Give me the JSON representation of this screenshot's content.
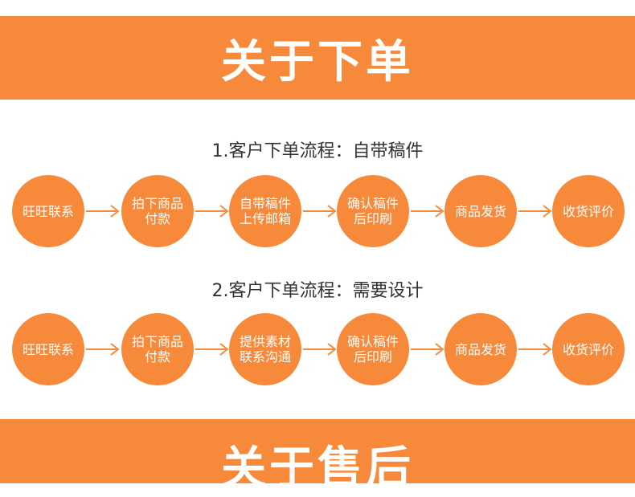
{
  "header": {
    "title": "关于下单"
  },
  "flows": [
    {
      "title": "1.客户下单流程：自带稿件",
      "steps": [
        "旺旺联系",
        "拍下商品\n付款",
        "自带稿件\n上传邮箱",
        "确认稿件\n后印刷",
        "商品发货",
        "收货评价"
      ]
    },
    {
      "title": "2.客户下单流程：需要设计",
      "steps": [
        "旺旺联系",
        "拍下商品\n付款",
        "提供素材\n联系沟通",
        "确认稿件\n后印刷",
        "商品发货",
        "收货评价"
      ]
    }
  ],
  "footer": {
    "title": "关于售后"
  },
  "colors": {
    "accent": "#f7893b",
    "text": "#333333",
    "white": "#ffffff"
  },
  "icons": {
    "connector": "arrow-right-icon"
  }
}
